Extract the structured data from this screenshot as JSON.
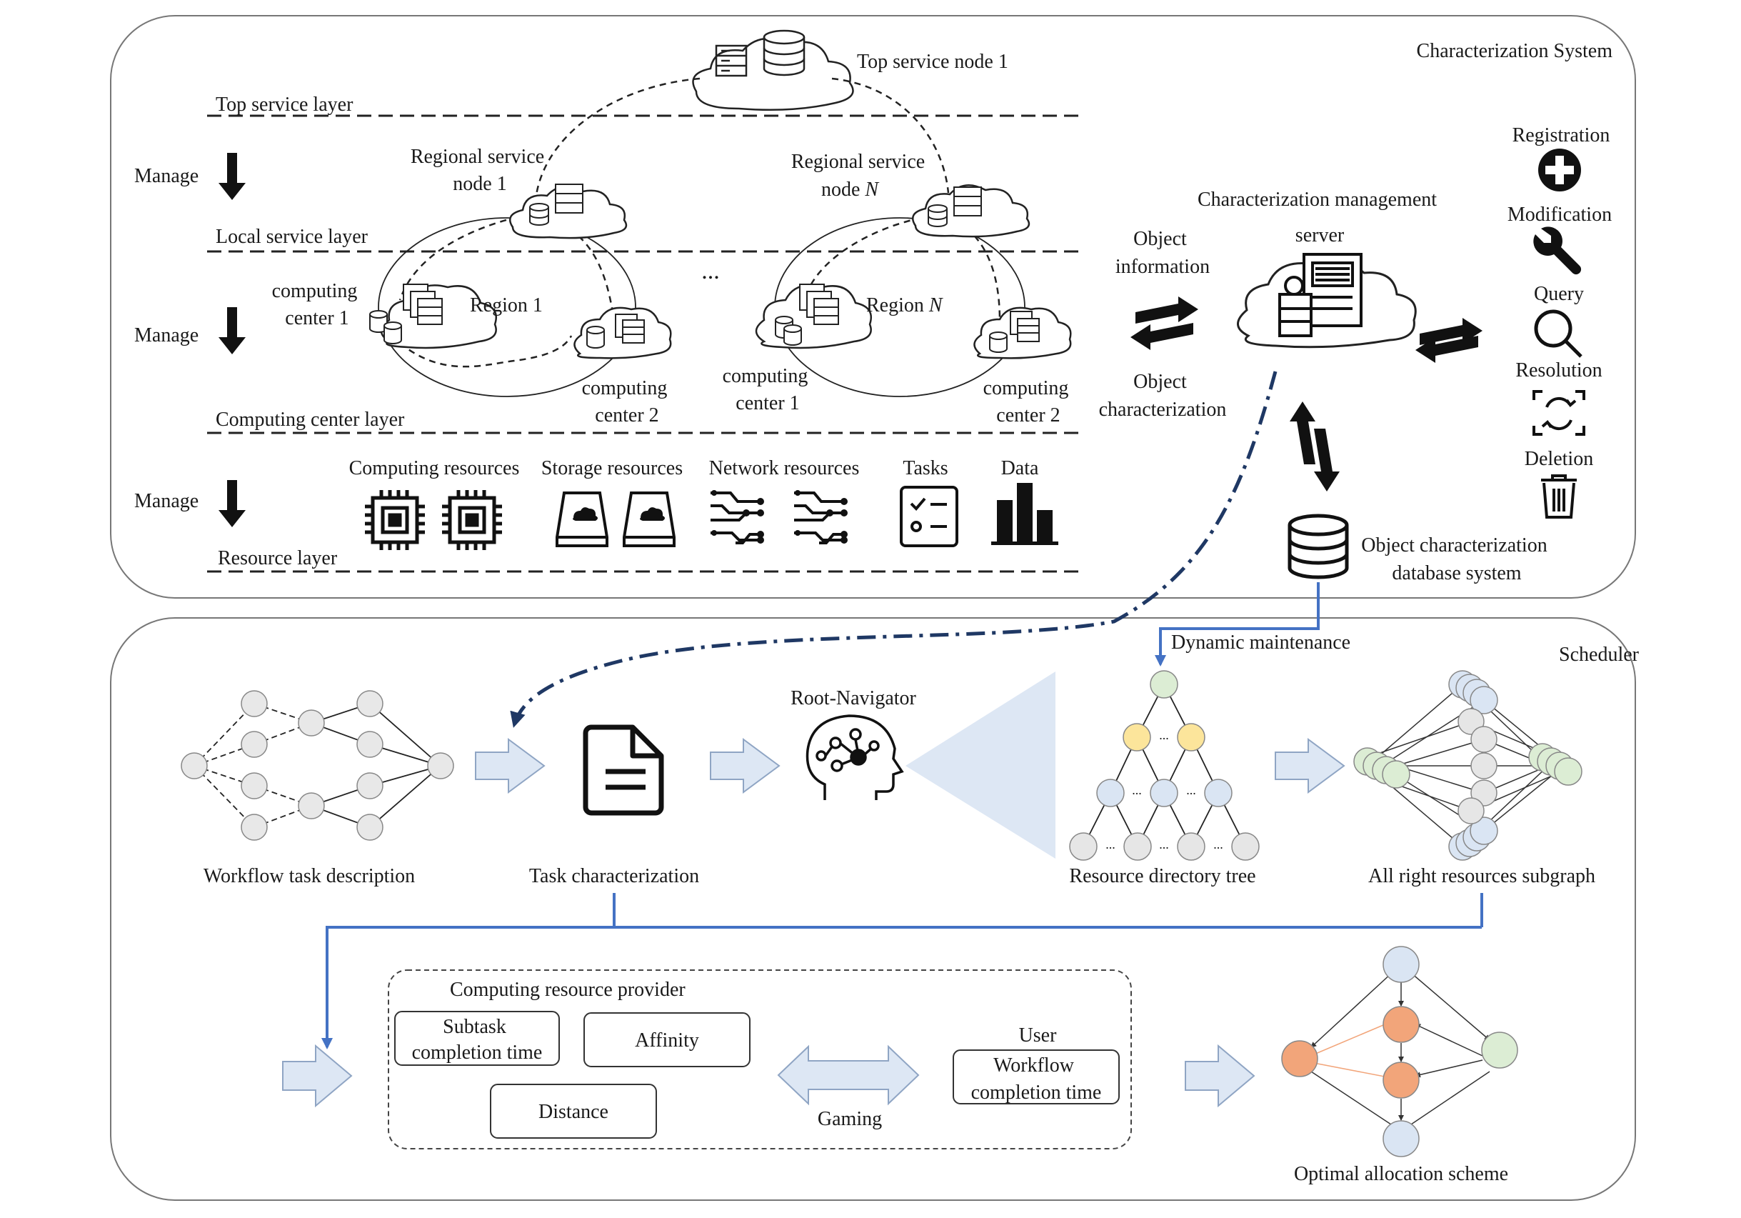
{
  "top_panel": {
    "title": "Characterization System",
    "layers": {
      "top": "Top service layer",
      "local": "Local service layer",
      "computing": "Computing center layer",
      "resource": "Resource layer"
    },
    "manage_label": "Manage",
    "top_node": "Top service node 1",
    "regional_node_1": [
      "Regional service",
      "node 1"
    ],
    "regional_node_n": [
      "Regional service",
      "node",
      "N"
    ],
    "region_1": "Region 1",
    "region_n": [
      "Region",
      "N"
    ],
    "computing_center_1": [
      "computing",
      "center 1"
    ],
    "computing_center_2": [
      "computing",
      "center 2"
    ],
    "ellipsis": "...",
    "resources": [
      "Computing resources",
      "Storage resources",
      "Network resources",
      "Tasks",
      "Data"
    ],
    "object_information": [
      "Object",
      "information"
    ],
    "object_characterization": [
      "Object",
      "characterization"
    ],
    "mgmt_server": [
      "Characterization management",
      "server"
    ],
    "database": [
      "Object characterization",
      "database system"
    ],
    "operations": [
      "Registration",
      "Modification",
      "Query",
      "Resolution",
      "Deletion"
    ]
  },
  "bottom_panel": {
    "title": "Scheduler",
    "dynamic_maintenance": "Dynamic maintenance",
    "root_navigator": "Root-Navigator",
    "workflow_task": "Workflow task description",
    "task_characterization": "Task characterization",
    "resource_tree": "Resource directory tree",
    "subgraph": "All right resources subgraph",
    "provider": "Computing resource provider",
    "subtask_time": [
      "Subtask",
      "completion time"
    ],
    "affinity": "Affinity",
    "distance": "Distance",
    "gaming": "Gaming",
    "user": "User",
    "workflow_time": [
      "Workflow",
      "completion time"
    ],
    "optimal": "Optimal allocation scheme",
    "tree_ellipsis": "..."
  },
  "colors": {
    "arrow_blue_fill": "#dde7f4",
    "arrow_blue_stroke": "#8fa5c4",
    "connector_blue": "#4472c4",
    "dashdot_navy": "#1f3864",
    "node_green": "#dcedd4",
    "node_yellow": "#fce59b",
    "node_blue": "#dae5f3",
    "node_gray": "#e6e6e6",
    "node_orange": "#f2a57a"
  }
}
